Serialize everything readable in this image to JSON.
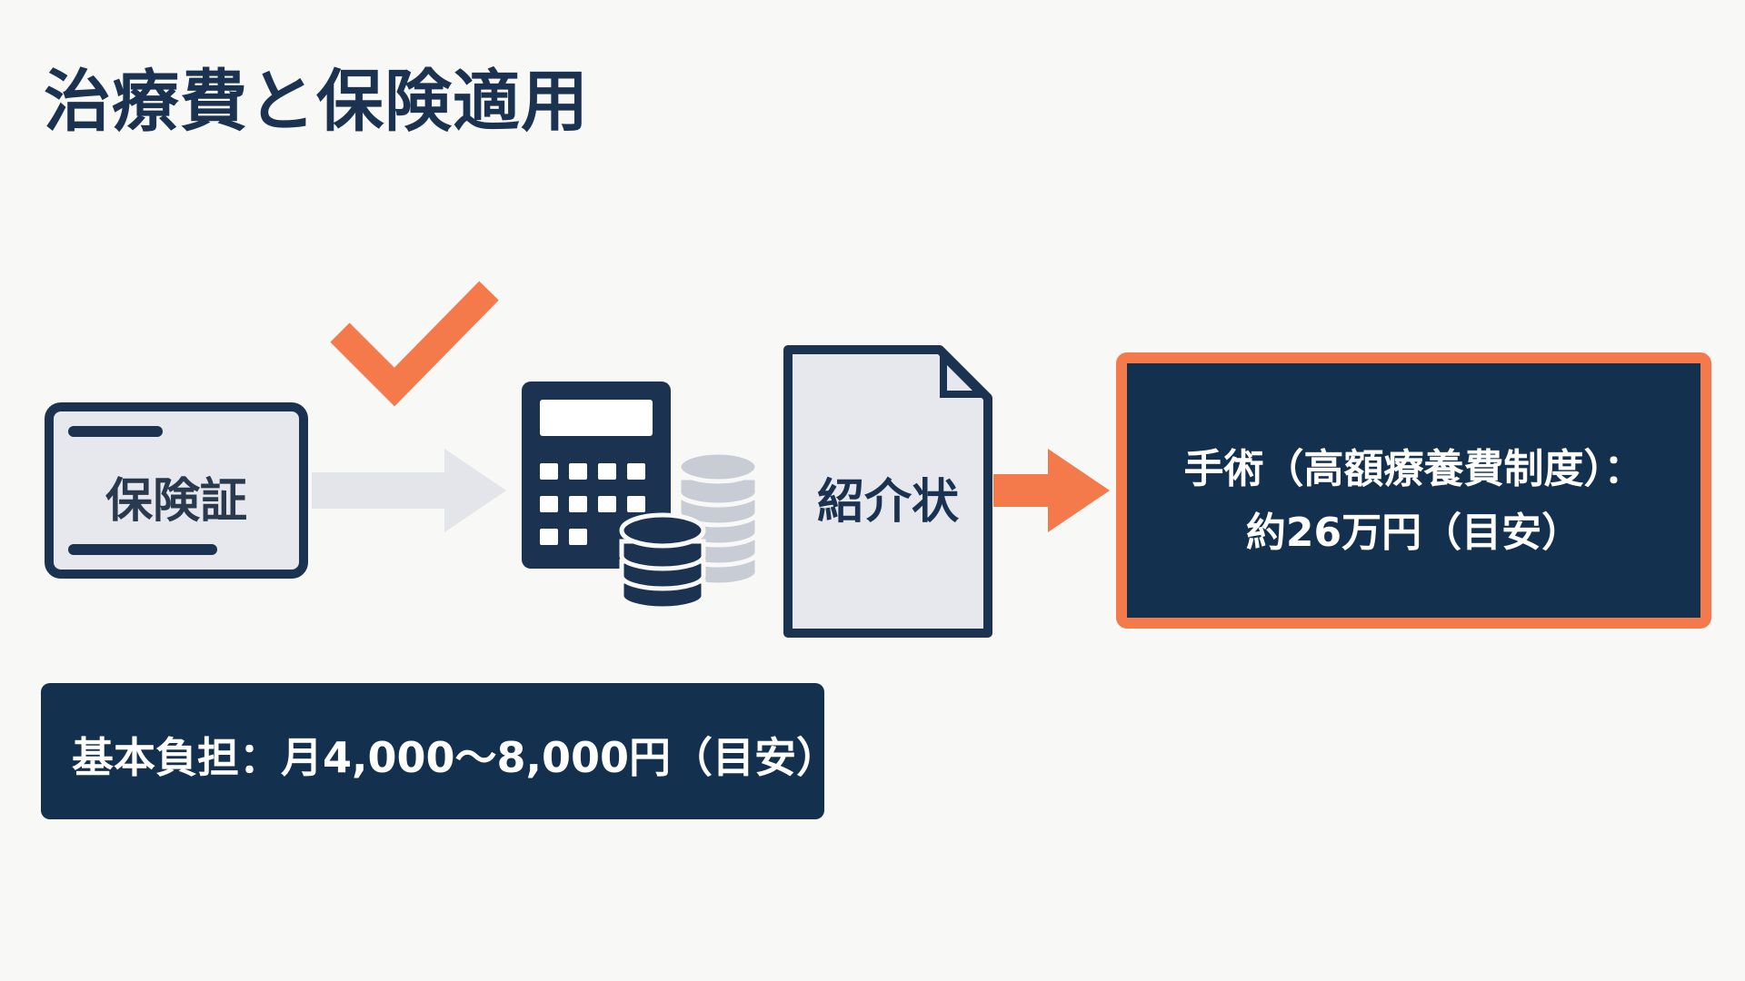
{
  "title": "治療費と保険適用",
  "insurance_card": {
    "label": "保険証"
  },
  "referral_document": {
    "label": "紹介状"
  },
  "surgery_box": {
    "line1": "手術（高額療養費制度）：",
    "line2": "約26万円（目安）"
  },
  "basic_cost_bar": {
    "text": "基本負担：月4,000〜8,000円（目安）"
  },
  "icons": [
    "check-icon",
    "insurance-card-icon",
    "arrow-right-icon",
    "calculator-icon",
    "coins-icon",
    "document-icon"
  ],
  "colors": {
    "navy": "#13304e",
    "orange": "#f47a4c",
    "light_gray": "#e6e8ee",
    "background": "#f8f8f6"
  }
}
